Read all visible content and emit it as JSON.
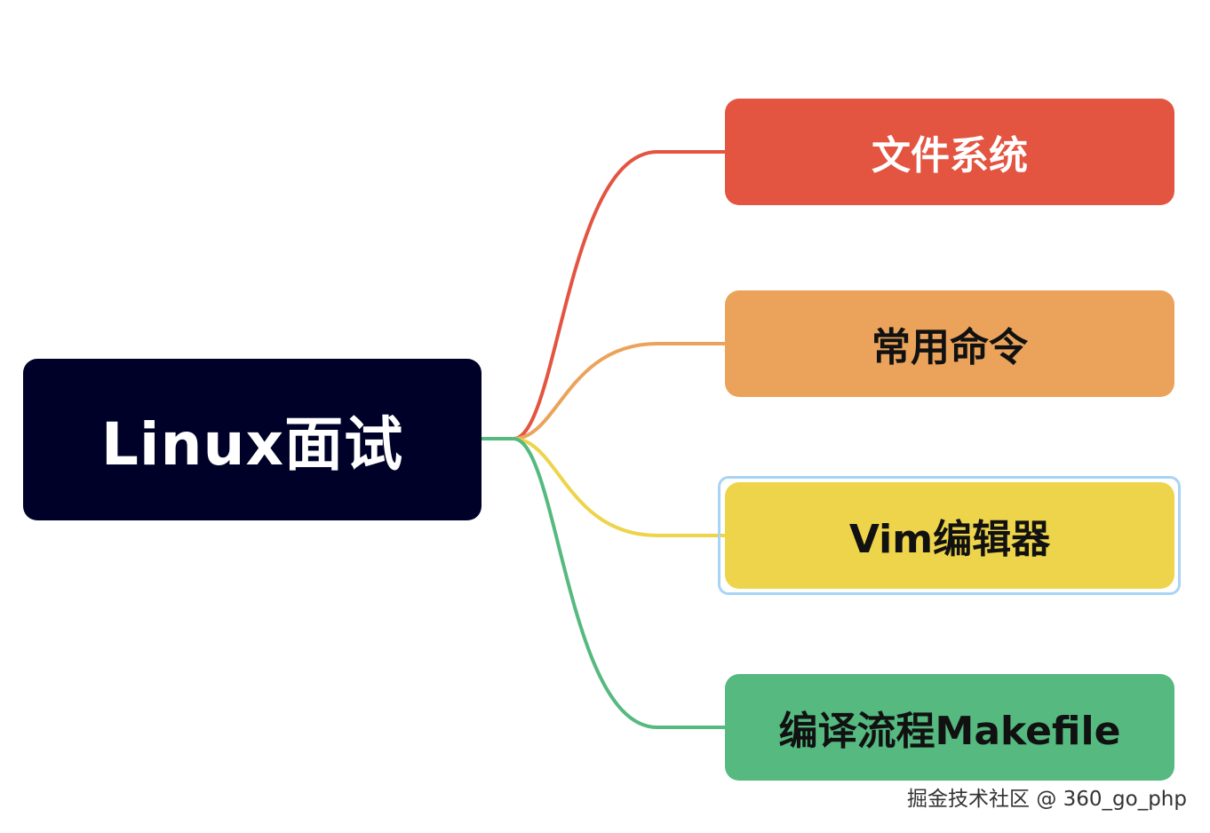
{
  "diagram": {
    "root": {
      "label": "Linux面试",
      "bg_color": "#000128",
      "text_color": "#ffffff"
    },
    "branches": [
      {
        "label": "文件系统",
        "bg_color": "#e35441",
        "text_color": "#ffffff",
        "line_color": "#e35441"
      },
      {
        "label": "常用命令",
        "bg_color": "#eba35b",
        "text_color": "#111111",
        "line_color": "#eba35b"
      },
      {
        "label": "Vim编辑器",
        "bg_color": "#edd44b",
        "text_color": "#111111",
        "line_color": "#edd44b",
        "selected": true
      },
      {
        "label": "编译流程Makefile",
        "bg_color": "#55b980",
        "text_color": "#111111",
        "line_color": "#55b980"
      }
    ],
    "trunk_color": "#55b980",
    "selection_color": "#a8d4f5"
  },
  "watermark": {
    "text": "掘金技术社区 @ 360_go_php"
  }
}
